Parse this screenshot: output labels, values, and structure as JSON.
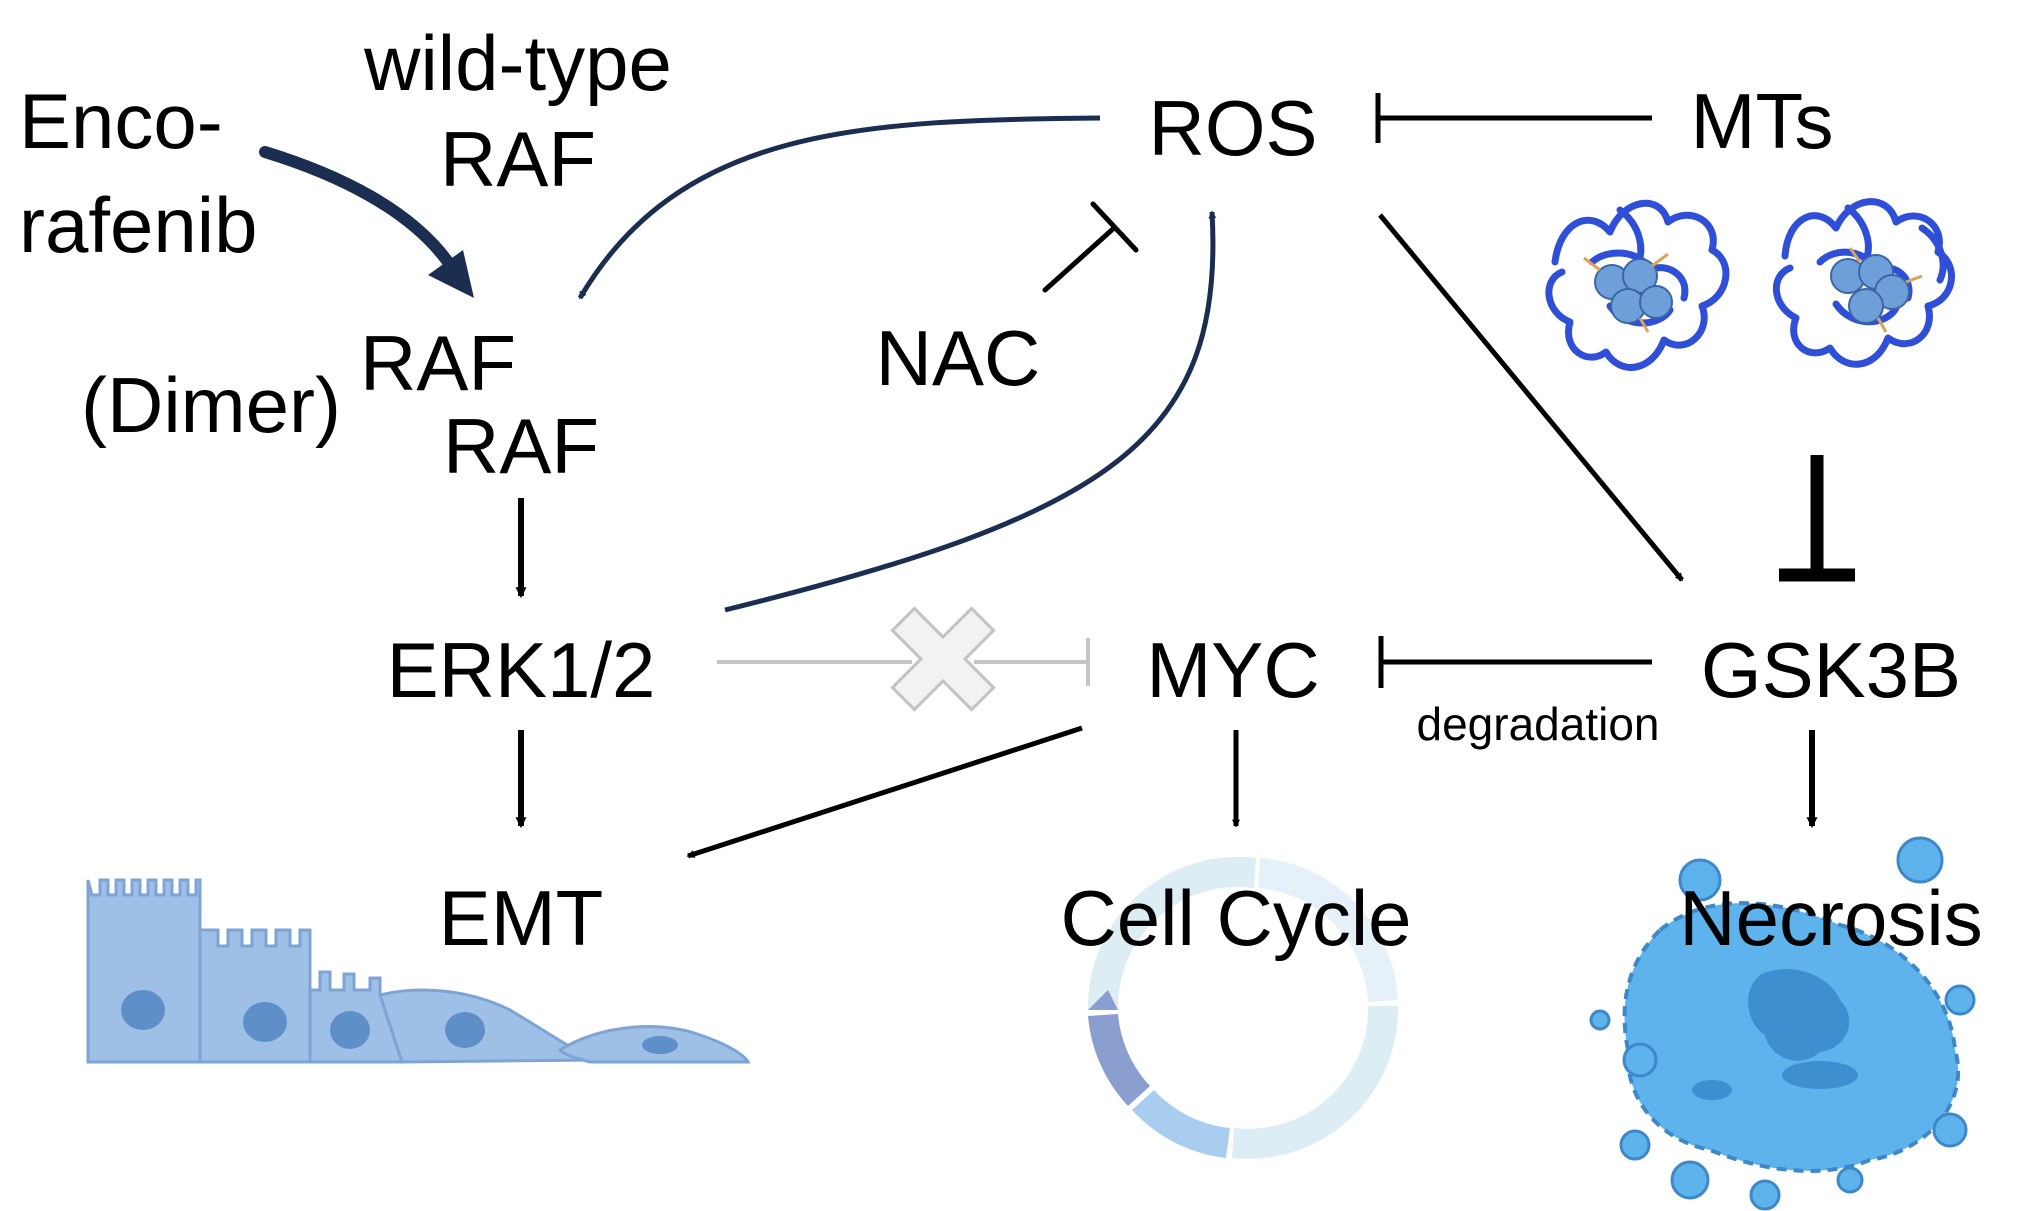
{
  "nodes": {
    "wild_type_raf_line1": "wild-type",
    "wild_type_raf_line2": "RAF",
    "encorafenib_line1": "Enco-",
    "encorafenib_line2": "rafenib",
    "ros": "ROS",
    "mts": "MTs",
    "nac": "NAC",
    "raf_top": "RAF",
    "dimer": "(Dimer)",
    "raf_bottom": "RAF",
    "erk": "ERK1/2",
    "myc": "MYC",
    "gsk3b": "GSK3B",
    "degradation": "degradation",
    "emt": "EMT",
    "cell_cycle": "Cell Cycle",
    "necrosis": "Necrosis"
  },
  "colors": {
    "text": "#000000",
    "dark_navy_arrow": "#1b2e52",
    "blocked_edge": "#c4c4c4",
    "protein_ribbon": "#2f4fd9",
    "metal_sphere": "#6f9fd9",
    "cell_fill": "#9fc0e6",
    "cell_nucleus": "#5f8fc8",
    "cycle_dark": "#8a9fcf",
    "cycle_mid": "#a9cdee",
    "cycle_light": "#dcedf3",
    "necrosis_fill": "#5eb3ec"
  },
  "edges": [
    {
      "from": "encorafenib",
      "to": "raf_dimer",
      "type": "activation"
    },
    {
      "from": "ros",
      "to": "raf_dimer",
      "type": "activation"
    },
    {
      "from": "nac",
      "to": "ros",
      "type": "inhibition"
    },
    {
      "from": "mts",
      "to": "ros",
      "type": "inhibition"
    },
    {
      "from": "mts",
      "to": "gsk3b",
      "type": "inhibition"
    },
    {
      "from": "raf_dimer",
      "to": "erk",
      "type": "activation"
    },
    {
      "from": "erk",
      "to": "ros",
      "type": "activation"
    },
    {
      "from": "erk",
      "to": "myc",
      "type": "inhibition-blocked"
    },
    {
      "from": "ros",
      "to": "gsk3b",
      "type": "activation"
    },
    {
      "from": "gsk3b",
      "to": "myc",
      "type": "inhibition"
    },
    {
      "from": "erk",
      "to": "emt",
      "type": "activation"
    },
    {
      "from": "myc",
      "to": "emt",
      "type": "activation"
    },
    {
      "from": "myc",
      "to": "cell_cycle",
      "type": "activation"
    },
    {
      "from": "gsk3b",
      "to": "necrosis",
      "type": "activation"
    }
  ],
  "icons": [
    "metallothionein-structure-icon",
    "blocked-x-icon",
    "emt-cells-icon",
    "cell-cycle-icon",
    "necrotic-cell-icon"
  ]
}
